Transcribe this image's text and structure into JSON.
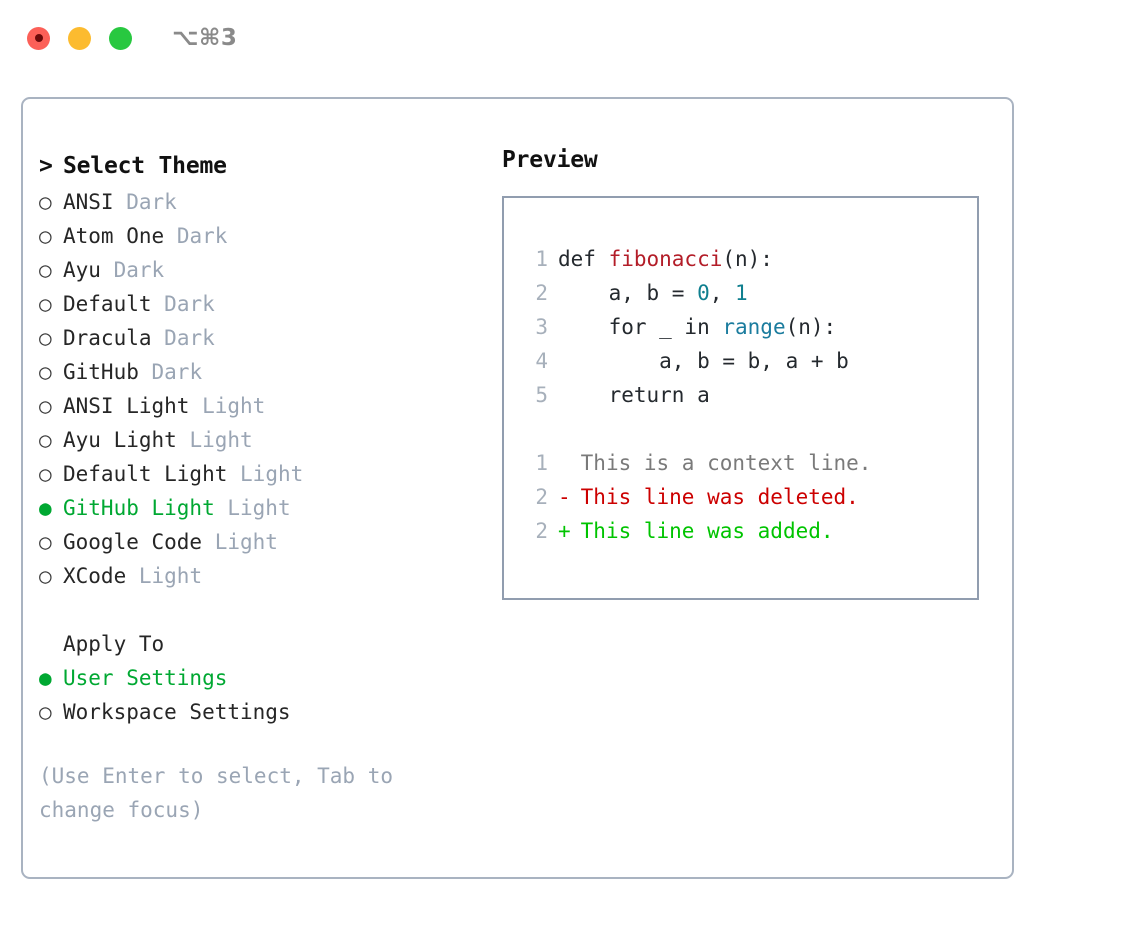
{
  "window": {
    "title": "⌥⌘3",
    "traffic_lights": [
      {
        "name": "close",
        "color": "#fc6058",
        "recording": true
      },
      {
        "name": "minimize",
        "color": "#fcbb2f",
        "recording": false
      },
      {
        "name": "zoom",
        "color": "#28c840",
        "recording": false
      }
    ]
  },
  "theme_list": {
    "header": {
      "prefix": ">",
      "title": "Select Theme"
    },
    "items": [
      {
        "marker": "○",
        "name": "ANSI",
        "kind": "Dark",
        "selected": false
      },
      {
        "marker": "○",
        "name": "Atom One",
        "kind": "Dark",
        "selected": false
      },
      {
        "marker": "○",
        "name": "Ayu",
        "kind": "Dark",
        "selected": false
      },
      {
        "marker": "○",
        "name": "Default",
        "kind": "Dark",
        "selected": false
      },
      {
        "marker": "○",
        "name": "Dracula",
        "kind": "Dark",
        "selected": false
      },
      {
        "marker": "○",
        "name": "GitHub",
        "kind": "Dark",
        "selected": false
      },
      {
        "marker": "○",
        "name": "ANSI Light",
        "kind": "Light",
        "selected": false
      },
      {
        "marker": "○",
        "name": "Ayu Light",
        "kind": "Light",
        "selected": false
      },
      {
        "marker": "○",
        "name": "Default Light",
        "kind": "Light",
        "selected": false
      },
      {
        "marker": "●",
        "name": "GitHub Light",
        "kind": "Light",
        "selected": true
      },
      {
        "marker": "○",
        "name": "Google Code",
        "kind": "Light",
        "selected": false
      },
      {
        "marker": "○",
        "name": "XCode",
        "kind": "Light",
        "selected": false
      }
    ]
  },
  "apply_to": {
    "title": "Apply To",
    "options": [
      {
        "marker": "●",
        "label": "User Settings",
        "selected": true
      },
      {
        "marker": "○",
        "label": "Workspace Settings",
        "selected": false
      }
    ]
  },
  "hint": "(Use Enter to select, Tab to change focus)",
  "preview": {
    "title": "Preview",
    "code_lines": [
      {
        "num": "1",
        "segments": [
          {
            "text": "def ",
            "style": "plain"
          },
          {
            "text": "fibonacci",
            "style": "fn"
          },
          {
            "text": "(n):",
            "style": "plain"
          }
        ]
      },
      {
        "num": "2",
        "segments": [
          {
            "text": "    a, b = ",
            "style": "plain"
          },
          {
            "text": "0",
            "style": "num"
          },
          {
            "text": ", ",
            "style": "plain"
          },
          {
            "text": "1",
            "style": "num"
          }
        ]
      },
      {
        "num": "3",
        "segments": [
          {
            "text": "    for _ in ",
            "style": "plain"
          },
          {
            "text": "range",
            "style": "builtin"
          },
          {
            "text": "(n):",
            "style": "plain"
          }
        ]
      },
      {
        "num": "4",
        "segments": [
          {
            "text": "        a, b = b, a + b",
            "style": "plain"
          }
        ]
      },
      {
        "num": "5",
        "segments": [
          {
            "text": "    return a",
            "style": "plain"
          }
        ]
      }
    ],
    "diff_lines": [
      {
        "num": "1",
        "sign": " ",
        "text": "This is a context line.",
        "kind": "context"
      },
      {
        "num": "2",
        "sign": "-",
        "text": "This line was deleted.",
        "kind": "deleted"
      },
      {
        "num": "2",
        "sign": "+",
        "text": "This line was added.",
        "kind": "added"
      }
    ]
  },
  "colors": {
    "accent_green": "#00a832",
    "diff_add": "#00c400",
    "diff_del": "#cc0000",
    "syntax_fn": "#b31d28",
    "syntax_num": "#0f7f8f",
    "syntax_builtin": "#1b7c9e",
    "border": "#a9b3c1",
    "muted_text": "#9aa5b4"
  }
}
